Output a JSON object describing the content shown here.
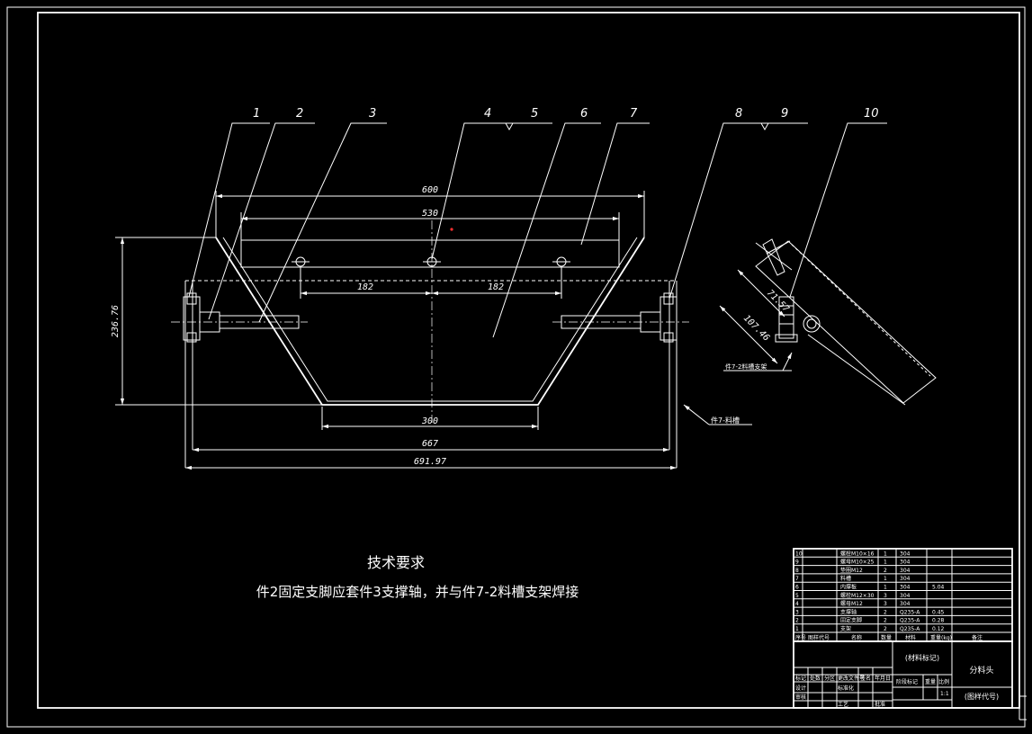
{
  "colors": {
    "background": "#000000",
    "lines": "#ffffff",
    "marker": "#ff3030"
  },
  "balloons": [
    "1",
    "2",
    "3",
    "4",
    "5",
    "6",
    "7",
    "8",
    "9",
    "10"
  ],
  "dimensions": {
    "top_width": "600",
    "inner_width": "530",
    "hole_spacing_left": "182",
    "hole_spacing_right": "182",
    "height": "236.76",
    "bottom_width": "300",
    "frame_width": "667",
    "overall_width": "691.97",
    "detail_a": "71.57",
    "detail_b": "107.46"
  },
  "callouts": {
    "trough_label": "件7-料槽",
    "support_label": "件7-2料槽支架"
  },
  "tech_requirements": {
    "title": "技术要求",
    "text": "件2固定支脚应套件3支撑轴，并与件7-2料槽支架焊接"
  },
  "bom": {
    "rows": [
      {
        "no": "10",
        "name": "螺栓M10×16",
        "qty": "1",
        "mat": "304",
        "wt": ""
      },
      {
        "no": "9",
        "name": "螺母M10×25",
        "qty": "1",
        "mat": "304",
        "wt": ""
      },
      {
        "no": "8",
        "name": "垫圈M12",
        "qty": "2",
        "mat": "304",
        "wt": ""
      },
      {
        "no": "7",
        "name": "料槽",
        "qty": "1",
        "mat": "304",
        "wt": ""
      },
      {
        "no": "6",
        "name": "内撑板",
        "qty": "1",
        "mat": "304",
        "wt": "5.04"
      },
      {
        "no": "5",
        "name": "螺栓M12×30",
        "qty": "3",
        "mat": "304",
        "wt": ""
      },
      {
        "no": "4",
        "name": "螺母M12",
        "qty": "3",
        "mat": "304",
        "wt": ""
      },
      {
        "no": "3",
        "name": "支撑轴",
        "qty": "2",
        "mat": "Q235-A",
        "wt": "0.45"
      },
      {
        "no": "2",
        "name": "固定支脚",
        "qty": "2",
        "mat": "Q235-A",
        "wt": "0.28"
      },
      {
        "no": "1",
        "name": "支架",
        "qty": "2",
        "mat": "Q235-A",
        "wt": "0.12"
      }
    ],
    "header": [
      "序号",
      "图样代号",
      "名称",
      "数量",
      "材料",
      "重量(kg)",
      "备注"
    ],
    "material_mark": "(材料标记)",
    "part_name": "分料头",
    "drawing_no": "(图样代号)",
    "stage_label": "阶段标记",
    "weight_label": "重量",
    "scale_label": "比例",
    "scale": "1:1",
    "sign_labels": [
      "标记",
      "处数",
      "分区",
      "更改文件号",
      "签名",
      "年月日"
    ],
    "sign_labels2": [
      "设计",
      "",
      "标准化",
      "",
      "",
      ""
    ],
    "sign_labels3": [
      "审核",
      "",
      "",
      "工艺",
      "",
      "批准"
    ]
  }
}
